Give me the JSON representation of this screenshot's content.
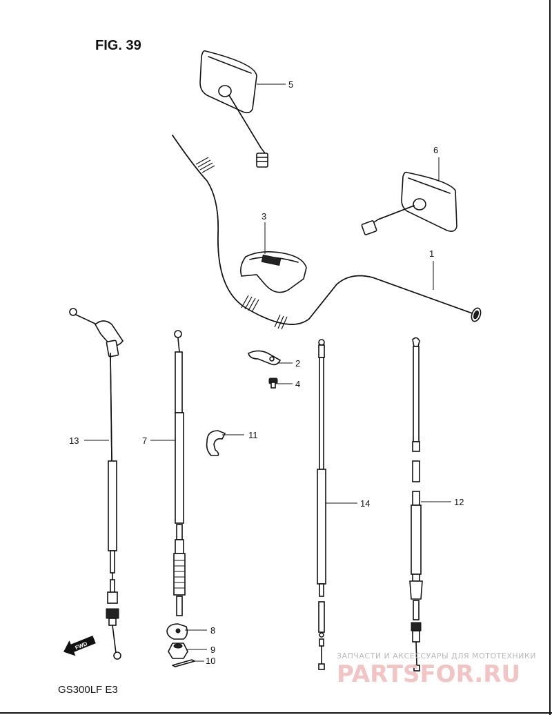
{
  "figure": {
    "title": "FIG. 39",
    "model_code": "GS300LF  E3",
    "fwd_label": "FWD"
  },
  "callouts": [
    "1",
    "2",
    "3",
    "4",
    "5",
    "6",
    "7",
    "8",
    "9",
    "10",
    "11",
    "12",
    "13",
    "14"
  ],
  "watermark": {
    "line1": "ЗАПЧАСТИ И АКСЕССУАРЫ ДЛЯ МОТОТЕХНИКИ",
    "line2": "PARTSFOR.RU",
    "color": "#e05050"
  }
}
